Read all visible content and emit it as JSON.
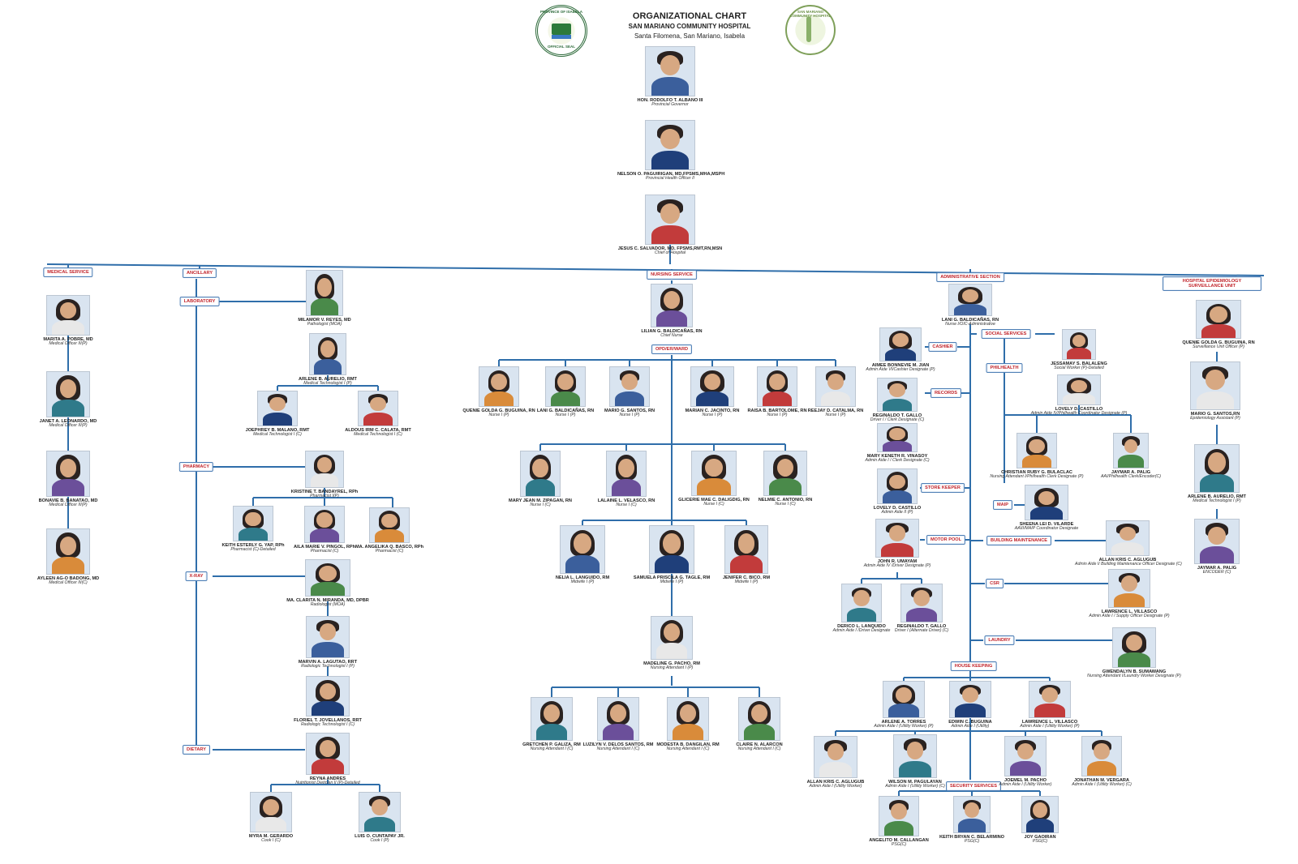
{
  "header": {
    "title": "ORGANIZATIONAL CHART",
    "subtitle": "SAN MARIANO COMMUNITY HOSPITAL",
    "location": "Santa Filomena, San Mariano, Isabela"
  },
  "seals": {
    "left_text_top": "PROVINCE OF ISABELA",
    "left_text_bottom": "OFFICIAL SEAL",
    "right_text": "SAN MARIANO COMMUNITY HOSPITAL"
  },
  "sections": [
    {
      "id": "medical_service",
      "label": "MEDICAL SERVICE"
    },
    {
      "id": "ancillary",
      "label": "ANCILLARY"
    },
    {
      "id": "laboratory",
      "label": "LABORATORY"
    },
    {
      "id": "pharmacy",
      "label": "PHARMACY"
    },
    {
      "id": "xray",
      "label": "X-RAY"
    },
    {
      "id": "dietary",
      "label": "DIETARY"
    },
    {
      "id": "nursing_service",
      "label": "NURSING SERVICE"
    },
    {
      "id": "opd",
      "label": "OPD/ER/WARD"
    },
    {
      "id": "admin_section",
      "label": "ADMINISTRATIVE SECTION"
    },
    {
      "id": "heu",
      "label": "HOSPITAL EPIDEMIOLOGY SURVEILLANCE UNIT"
    },
    {
      "id": "cashier",
      "label": "CASHIER"
    },
    {
      "id": "social_services",
      "label": "SOCIAL SERVICES"
    },
    {
      "id": "philhealth",
      "label": "PHILHEALTH"
    },
    {
      "id": "records",
      "label": "RECORDS"
    },
    {
      "id": "store_keeper",
      "label": "STORE KEEPER"
    },
    {
      "id": "maip",
      "label": "MAIP"
    },
    {
      "id": "motor_pool",
      "label": "MOTOR POOL"
    },
    {
      "id": "building_maintenance",
      "label": "BUILDING MAINTENANCE"
    },
    {
      "id": "csr",
      "label": "CSR"
    },
    {
      "id": "laundry",
      "label": "LAUNDRY"
    },
    {
      "id": "housekeeping",
      "label": "HOUSE KEEPING"
    },
    {
      "id": "security_services",
      "label": "SECURITY SERVICES"
    }
  ],
  "people": [
    {
      "id": "gov",
      "name": "HON. RODOLFO T. ALBANO III",
      "position": "Provincial Governor"
    },
    {
      "id": "pho",
      "name": "NELSON O. PAGUIRIGAN, MD,FPSMS,MHA,MSPH",
      "position": "Provincial Health Officer II"
    },
    {
      "id": "coh",
      "name": "JESUS C. SALVADOR, MD, FPSMS,RMT,RN,MSN",
      "position": "Chief of Hospital"
    },
    {
      "id": "pobre",
      "name": "MARITA A. POBRE, MD",
      "position": "Medical Officer III(P)"
    },
    {
      "id": "leonardo",
      "name": "JANET A. LEONARDO, MD",
      "position": "Medical Officer III(P)"
    },
    {
      "id": "banatao",
      "name": "BONAVIE B. BANATAO, MD",
      "position": "Medical Officer III(P)"
    },
    {
      "id": "badong",
      "name": "AYLEEN AG-O BADONG, MD",
      "position": "Medical Officer III(C)"
    },
    {
      "id": "reyes",
      "name": "MILAMOR V. REYES, MD",
      "position": "Pathologist (MOA)"
    },
    {
      "id": "aurelio1",
      "name": "ARLENE B. AURELIO, RMT",
      "position": "Medical Technologist I (P)"
    },
    {
      "id": "malano",
      "name": "JOEPHREY B. MALANO, RMT",
      "position": "Medical Technologist I (C)"
    },
    {
      "id": "calata",
      "name": "ALDOUS IRM C. CALATA, RMT",
      "position": "Medical Technologist I (C)"
    },
    {
      "id": "bandayrel",
      "name": "KRISTINE T. BANDAYREL, RPh",
      "position": "Pharmacist I(P)"
    },
    {
      "id": "yap",
      "name": "KEITH ESTERLY G. YAP, RPh",
      "position": "Pharmacist (C)-Detailed"
    },
    {
      "id": "pingol",
      "name": "AILA MARIE V. PINGOL, RPh",
      "position": "Pharmacist (C)"
    },
    {
      "id": "basco",
      "name": "MA. ANGELIKA Q. BASCO, RPh",
      "position": "Pharmacist (C)"
    },
    {
      "id": "miranda",
      "name": "MA. CLARITA N. MIRANDA, MD, DPBR",
      "position": "Radiologist (MOA)"
    },
    {
      "id": "lagutao",
      "name": "MARVIN A. LAGUTAO, RRT",
      "position": "Radiologic Technologist I (P)"
    },
    {
      "id": "jovellanos",
      "name": "FLORIEL T. JOVELLANOS, RRT",
      "position": "Radiologic Technologist I (C)"
    },
    {
      "id": "andres",
      "name": "REYNA ANDRES",
      "position": "Nutritionist Dietician II (P)-Detailed"
    },
    {
      "id": "gerardo",
      "name": "MYRA M. GERARDO",
      "position": "Cook I (C)"
    },
    {
      "id": "cuntapay",
      "name": "LUIS O. CUNTAPAY JR.",
      "position": "Cook I (P)"
    },
    {
      "id": "lbaldicanas",
      "name": "LILIAN G. BALDICAÑAS, RN",
      "position": "Chief Nurse"
    },
    {
      "id": "buguina1",
      "name": "QUENIE GOLDA G. BUGUINA, RN",
      "position": "Nurse I (P)"
    },
    {
      "id": "lanib1",
      "name": "LANI G. BALDICAÑAS, RN",
      "position": "Nurse I (P)"
    },
    {
      "id": "santos1",
      "name": "MARIO G. SANTOS, RN",
      "position": "Nurse I (P)"
    },
    {
      "id": "jacinto",
      "name": "MARIAN C. JACINTO, RN",
      "position": "Nurse I (P)"
    },
    {
      "id": "bartolome",
      "name": "RAISA B. BARTOLOME, RN",
      "position": "Nurse I (P)"
    },
    {
      "id": "catalma",
      "name": "REEJAY D. CATALMA, RN",
      "position": "Nurse I (P)"
    },
    {
      "id": "zipagan",
      "name": "MARY JEAN M. ZIPAGAN, RN",
      "position": "Nurse I (C)"
    },
    {
      "id": "velasco1",
      "name": "LALAINE L. VELASCO, RN",
      "position": "Nurse I (C)"
    },
    {
      "id": "daligdig",
      "name": "GLICERIE MAE C. DALIGDIG, RN",
      "position": "Nurse I (C)"
    },
    {
      "id": "antonio",
      "name": "NELMIE C. ANTONIO, RN",
      "position": "Nurse I (C)"
    },
    {
      "id": "languido",
      "name": "NELIA L. LANGUIDO, RM",
      "position": "Midwife I (P)"
    },
    {
      "id": "tagle",
      "name": "SAMUELA PRISCILA G. TAGLE, RM",
      "position": "Midwife I (P)"
    },
    {
      "id": "bico",
      "name": "JENIFER C. BICO, RM",
      "position": "Midwife I (P)"
    },
    {
      "id": "pacho1",
      "name": "MADELINE G. PACHO, RM",
      "position": "Nursing Attendant I (P)"
    },
    {
      "id": "galiza",
      "name": "GRETCHEN P. GALIZA, RM",
      "position": "Nursing Attendant I (C)"
    },
    {
      "id": "delossantos",
      "name": "LUZILYN V. DELOS SANTOS, RM",
      "position": "Nursing Attendant I (C)"
    },
    {
      "id": "dangilan",
      "name": "MODESTA B. DANGILAN, RM",
      "position": "Nursing Attendant I (C)"
    },
    {
      "id": "alarcon",
      "name": "CLAIRE N. ALARCON",
      "position": "Nursing Attendant I (C)"
    },
    {
      "id": "lanib2",
      "name": "LANI G. BALDICAÑAS, RN",
      "position": "Nurse I/OIC-Administrative"
    },
    {
      "id": "jian",
      "name": "AIMEE BONNEVIE M. JIAN",
      "position": "Admin Aide VI/Cashier Designate (P)"
    },
    {
      "id": "balaleng",
      "name": "JESSAMAY S. BALALENG",
      "position": "Social Worker (P)-Detailed"
    },
    {
      "id": "castillo1",
      "name": "LOVELY D. CASTILLO",
      "position": "Admin Aide IV/Philhealth Coordinator Designate (P)"
    },
    {
      "id": "gallo1",
      "name": "REGINALDO T. GALLO",
      "position": "Driver I / Clerk Designate (C)"
    },
    {
      "id": "vinasoy",
      "name": "MARY KENETH R. VINASOY",
      "position": "Admin Aide I / Clerk Designate (C)"
    },
    {
      "id": "bulaclac",
      "name": "CHRISTIAN RUBY G. BULACLAC",
      "position": "Nursing Attendant I/Philhealth Clerk Designate (P)"
    },
    {
      "id": "palig",
      "name": "JAYMAR A. PALIG",
      "position": "AAI/Philhealth Clerk/Encoder(C)"
    },
    {
      "id": "castillo2",
      "name": "LOVELY D. CASTILLO",
      "position": "Admin Aide II (P)"
    },
    {
      "id": "vilarde",
      "name": "SHEENA LEI D. VILARDE",
      "position": "AAIII/MAIP Coordinator Designate"
    },
    {
      "id": "umayam",
      "name": "JOHN R. UMAYAM",
      "position": "Admin Aide IV /Driver Designate (P)"
    },
    {
      "id": "aglugub1",
      "name": "ALLAN KRIS C. AGLUGUB",
      "position": "Admin Aide I/ Building Maintenance Officer Designate (C)"
    },
    {
      "id": "lanquido",
      "name": "DERICO L. LANQUIDO",
      "position": "Admin Aide I /Driver Designate"
    },
    {
      "id": "gallo2",
      "name": "REGINALDO T. GALLO",
      "position": "Driver I (Alternate Driver) (C)"
    },
    {
      "id": "villasco",
      "name": "LAWRENCE L. VILLASCO",
      "position": "Admin Aide I / Supply Officer Designate (P)"
    },
    {
      "id": "sumawang",
      "name": "GWENDALYN B. SUMAWANG",
      "position": "Nursing Attendant I/Laundry Worker Designate (P)"
    },
    {
      "id": "torres",
      "name": "ARLENE A. TORRES",
      "position": "Admin Aide I (Utility Worker) (P)"
    },
    {
      "id": "buguina2",
      "name": "EDWIN C. BUGUINA",
      "position": "Admin Aide I (Utility)"
    },
    {
      "id": "villasco2",
      "name": "LAWRENCE L. VILLASCO",
      "position": "Admin Aide I (Utility Worker) (P)"
    },
    {
      "id": "aglugub2",
      "name": "ALLAN KRIS C. AGLUGUB",
      "position": "Admin Aide I (Utility Worker)"
    },
    {
      "id": "pagulayan",
      "name": "WILSON M. PAGULAYAN",
      "position": "Admin Aide I (Utility Worker) (C)"
    },
    {
      "id": "pacho2",
      "name": "JOEMEL M. PACHO",
      "position": "Admin Aide I (Utility Worker)"
    },
    {
      "id": "vergara",
      "name": "JONATHAN M. VERGARA",
      "position": "Admin Aide I (Utility Worker) (C)"
    },
    {
      "id": "callangan",
      "name": "ANGELITO M. CALLANGAN",
      "position": "PSG(C)"
    },
    {
      "id": "belarmino",
      "name": "KEITH BRYAN C. BELARMINO",
      "position": "PSG(C)"
    },
    {
      "id": "gaoiran",
      "name": "JOY GAOIRAN",
      "position": "PSG(C)"
    },
    {
      "id": "buguina3",
      "name": "QUENIE GOLDA G. BUGUINA, RN",
      "position": "Surveillance Unit Officer (P)"
    },
    {
      "id": "santos2",
      "name": "MARIO G. SANTOS,RN",
      "position": "Epidemiology Assistant (P)"
    },
    {
      "id": "aurelio2",
      "name": "ARLENE B. AURELIO, RMT",
      "position": "Medical Technologist I (P)"
    },
    {
      "id": "palig2",
      "name": "JAYMAR A. PALIG",
      "position": "ENCODER (C)"
    }
  ],
  "colors": {
    "line": "#2f6eaa",
    "section_text": "#c0232a",
    "section_border": "#4f7fb5",
    "name_text": "#1d1d1d"
  }
}
